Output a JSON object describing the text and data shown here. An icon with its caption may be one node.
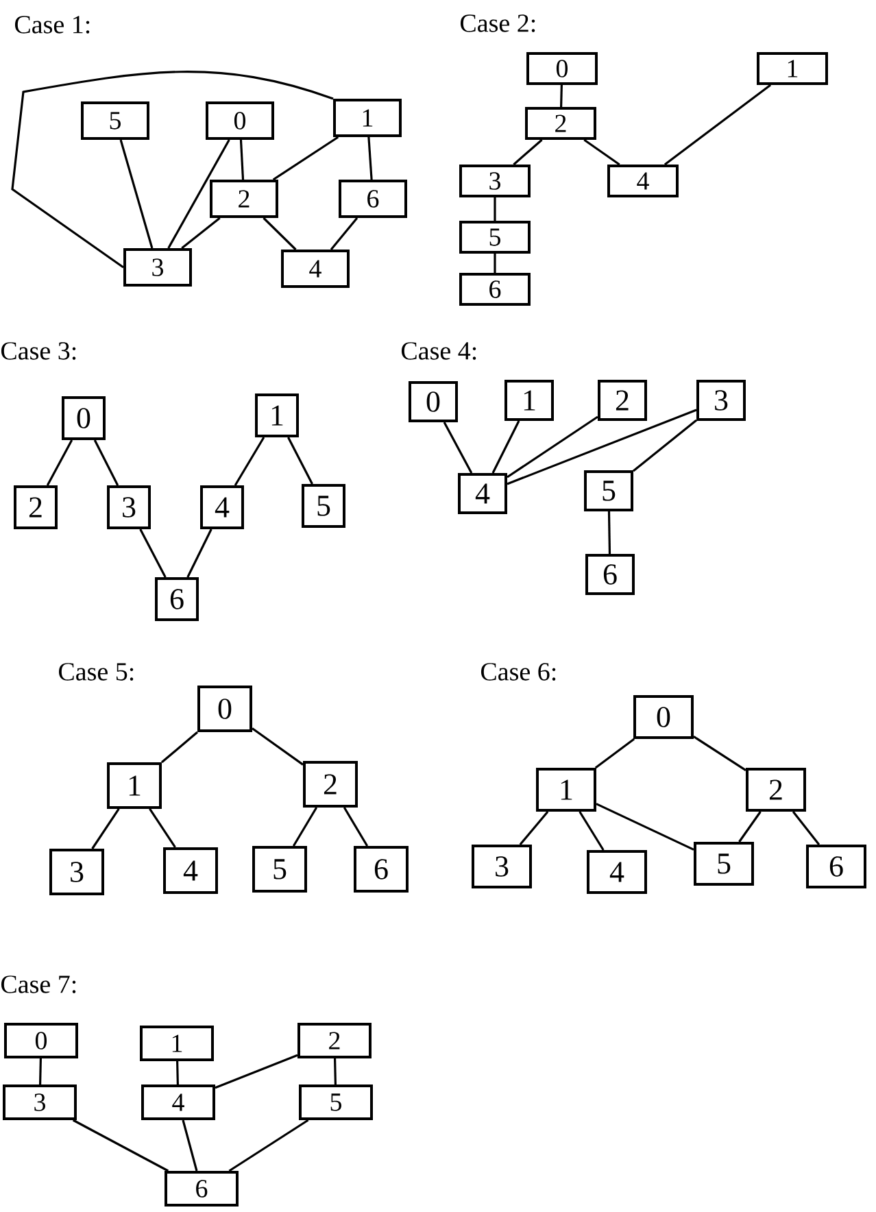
{
  "diagram": {
    "nodes": [
      {
        "text": [
          "0"
        ]
      },
      {
        "text": [
          "1"
        ]
      },
      {
        "text": [
          "2"
        ]
      },
      {
        "text": [
          "3"
        ]
      },
      {
        "text": [
          "4"
        ]
      },
      {
        "text": [
          "5"
        ]
      },
      {
        "text": [
          "6"
        ]
      },
      {
        "text": [
          "0"
        ]
      },
      {
        "text": [
          "1"
        ]
      },
      {
        "text": [
          "2"
        ]
      },
      {
        "text": [
          "3"
        ]
      },
      {
        "text": [
          "4"
        ]
      },
      {
        "text": [
          "5"
        ]
      },
      {
        "text": [
          "6"
        ]
      },
      {
        "text": [
          "0"
        ]
      },
      {
        "text": [
          "1"
        ]
      },
      {
        "text": [
          "2"
        ]
      },
      {
        "text": [
          "3"
        ]
      },
      {
        "text": [
          "4"
        ]
      },
      {
        "text": [
          "5"
        ]
      },
      {
        "text": [
          "6"
        ]
      },
      {
        "text": [
          "0"
        ]
      },
      {
        "text": [
          "1"
        ]
      },
      {
        "text": [
          "2"
        ]
      },
      {
        "text": [
          "3"
        ]
      },
      {
        "text": [
          "4"
        ]
      },
      {
        "text": [
          "5"
        ]
      },
      {
        "text": [
          "6"
        ]
      },
      {
        "text": [
          "0"
        ]
      },
      {
        "text": [
          "1"
        ]
      },
      {
        "text": [
          "2"
        ]
      },
      {
        "text": [
          "3"
        ]
      },
      {
        "text": [
          "4"
        ]
      },
      {
        "text": [
          "5"
        ]
      },
      {
        "text": [
          "6"
        ]
      },
      {
        "text": [
          "0"
        ]
      },
      {
        "text": [
          "1"
        ]
      },
      {
        "text": [
          "2"
        ]
      },
      {
        "text": [
          "3"
        ]
      },
      {
        "text": [
          "4"
        ]
      },
      {
        "text": [
          "5"
        ]
      },
      {
        "text": [
          "6"
        ]
      },
      {
        "text": [
          "0"
        ]
      },
      {
        "text": [
          "1"
        ]
      },
      {
        "text": [
          "2"
        ]
      },
      {
        "text": [
          "3"
        ]
      },
      {
        "text": [
          "4"
        ]
      },
      {
        "text": [
          "5"
        ]
      },
      {
        "text": [
          "6"
        ]
      }
    ],
    "edges": [
      {
        "from": 1,
        "to": 3,
        "arrow": "none"
      },
      {
        "from": 5,
        "to": 3,
        "arrow": "none"
      },
      {
        "from": 0,
        "to": 3,
        "arrow": "none"
      },
      {
        "from": 0,
        "to": 2,
        "arrow": "none"
      },
      {
        "from": 1,
        "to": 2,
        "arrow": "none"
      },
      {
        "from": 1,
        "to": 6,
        "arrow": "none"
      },
      {
        "from": 2,
        "to": 3,
        "arrow": "none"
      },
      {
        "from": 2,
        "to": 4,
        "arrow": "none"
      },
      {
        "from": 6,
        "to": 4,
        "arrow": "none"
      },
      {
        "from": 7,
        "to": 9,
        "arrow": "none"
      },
      {
        "from": 9,
        "to": 10,
        "arrow": "none"
      },
      {
        "from": 9,
        "to": 11,
        "arrow": "none"
      },
      {
        "from": 8,
        "to": 11,
        "arrow": "none"
      },
      {
        "from": 10,
        "to": 12,
        "arrow": "none"
      },
      {
        "from": 12,
        "to": 13,
        "arrow": "none"
      },
      {
        "from": 14,
        "to": 16,
        "arrow": "none"
      },
      {
        "from": 14,
        "to": 17,
        "arrow": "none"
      },
      {
        "from": 15,
        "to": 18,
        "arrow": "none"
      },
      {
        "from": 15,
        "to": 19,
        "arrow": "none"
      },
      {
        "from": 17,
        "to": 20,
        "arrow": "none"
      },
      {
        "from": 18,
        "to": 20,
        "arrow": "none"
      },
      {
        "from": 21,
        "to": 25,
        "arrow": "none"
      },
      {
        "from": 22,
        "to": 25,
        "arrow": "none"
      },
      {
        "from": 23,
        "to": 25,
        "arrow": "none"
      },
      {
        "from": 24,
        "to": 25,
        "arrow": "none"
      },
      {
        "from": 24,
        "to": 26,
        "arrow": "none"
      },
      {
        "from": 26,
        "to": 27,
        "arrow": "none"
      },
      {
        "from": 28,
        "to": 29,
        "arrow": "none"
      },
      {
        "from": 28,
        "to": 30,
        "arrow": "none"
      },
      {
        "from": 29,
        "to": 31,
        "arrow": "none"
      },
      {
        "from": 29,
        "to": 32,
        "arrow": "none"
      },
      {
        "from": 30,
        "to": 33,
        "arrow": "none"
      },
      {
        "from": 30,
        "to": 34,
        "arrow": "none"
      },
      {
        "from": 35,
        "to": 36,
        "arrow": "none"
      },
      {
        "from": 35,
        "to": 37,
        "arrow": "none"
      },
      {
        "from": 36,
        "to": 38,
        "arrow": "none"
      },
      {
        "from": 36,
        "to": 39,
        "arrow": "none"
      },
      {
        "from": 36,
        "to": 40,
        "arrow": "none"
      },
      {
        "from": 37,
        "to": 40,
        "arrow": "none"
      },
      {
        "from": 37,
        "to": 41,
        "arrow": "none"
      },
      {
        "from": 42,
        "to": 45,
        "arrow": "none"
      },
      {
        "from": 43,
        "to": 46,
        "arrow": "none"
      },
      {
        "from": 44,
        "to": 46,
        "arrow": "none"
      },
      {
        "from": 44,
        "to": 47,
        "arrow": "none"
      },
      {
        "from": 45,
        "to": 48,
        "arrow": "none"
      },
      {
        "from": 46,
        "to": 48,
        "arrow": "none"
      },
      {
        "from": 47,
        "to": 48,
        "arrow": "none"
      }
    ],
    "labels": [
      "Case 1:",
      "Case 2:",
      "Case 3:",
      "Case 4:",
      "Case 5:",
      "Case 6:",
      "Case 7:"
    ]
  }
}
